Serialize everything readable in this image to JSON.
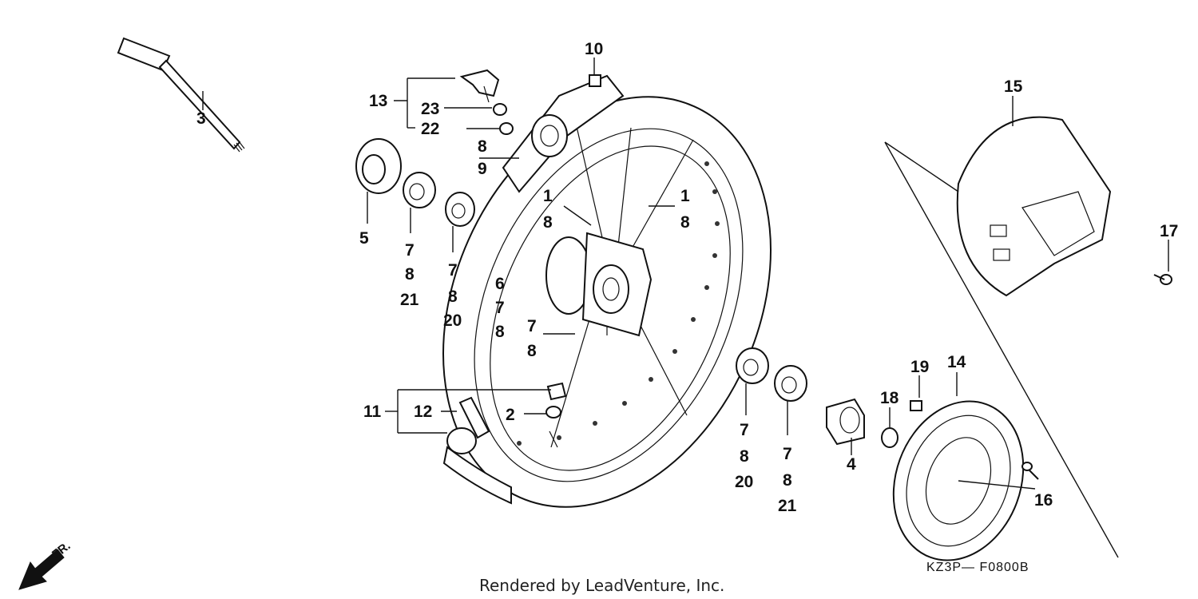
{
  "callouts": {
    "c1": "1",
    "c2": "2",
    "c3": "3",
    "c4": "4",
    "c5": "5",
    "c6": "6",
    "c7": "7",
    "c8": "8",
    "c9": "9",
    "c10": "10",
    "c11": "11",
    "c12": "12",
    "c13": "13",
    "c14": "14",
    "c15": "15",
    "c16": "16",
    "c17": "17",
    "c18": "18",
    "c19": "19",
    "c20": "20",
    "c21": "21",
    "c22": "22",
    "c23": "23"
  },
  "footer": {
    "rendered_by": "Rendered by LeadVenture, Inc.",
    "diagram_code": "KZ3P— F0800B",
    "direction_label": "FR."
  }
}
